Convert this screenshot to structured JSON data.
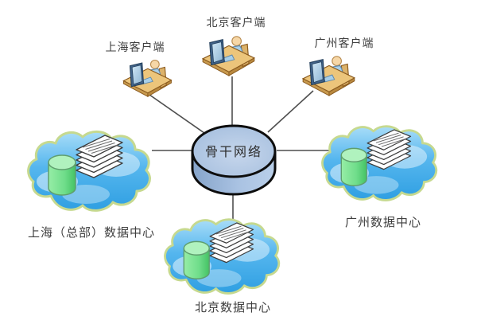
{
  "diagram": {
    "type": "network-topology",
    "background": "#ffffff"
  },
  "nodes": {
    "backbone": {
      "label": "骨干网络",
      "icon": "network-cylinder-icon"
    },
    "shanghai_client": {
      "label": "上海客户端",
      "icon": "client-workstation-icon"
    },
    "beijing_client": {
      "label": "北京客户端",
      "icon": "client-workstation-icon"
    },
    "guangzhou_client": {
      "label": "广州客户端",
      "icon": "client-workstation-icon"
    },
    "shanghai_dc": {
      "label": "上海（总部）数据中心",
      "icon": "datacenter-cloud-icon"
    },
    "guangzhou_dc": {
      "label": "广州数据中心",
      "icon": "datacenter-cloud-icon"
    },
    "beijing_dc": {
      "label": "北京数据中心",
      "icon": "datacenter-cloud-icon"
    }
  },
  "connections": [
    {
      "from": "shanghai_client",
      "to": "backbone"
    },
    {
      "from": "beijing_client",
      "to": "backbone"
    },
    {
      "from": "guangzhou_client",
      "to": "backbone"
    },
    {
      "from": "shanghai_dc",
      "to": "backbone"
    },
    {
      "from": "guangzhou_dc",
      "to": "backbone"
    },
    {
      "from": "beijing_dc",
      "to": "backbone"
    }
  ],
  "colors": {
    "background": "#ffffff",
    "connection_line": "#4f4f4f",
    "backbone_top": "#b9cde8",
    "backbone_side": "#9db8da",
    "backbone_outline": "#0d0d0d",
    "cloud_fill": "#55b6ee",
    "cloud_outline": "#c6d98f",
    "database_green": "#62d47e",
    "document_white": "#ffffff",
    "desk_tan": "#ecc57b",
    "person_shirt_blue": "#a8cfe8",
    "label_text": "#3f3f3f"
  }
}
